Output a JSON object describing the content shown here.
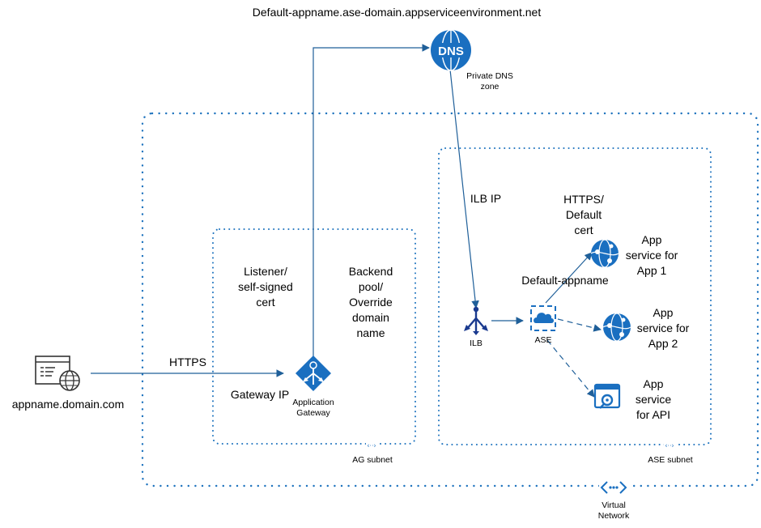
{
  "title": "Default-appname.ase-domain.appserviceenvironment.net",
  "client": {
    "label": "appname.domain.com",
    "icon": "browser-globe-icon"
  },
  "https_label": "HTTPS",
  "gateway_ip_label": "Gateway IP",
  "app_gateway": {
    "label_line1": "Application",
    "label_line2": "Gateway",
    "icon": "application-gateway-icon"
  },
  "dns": {
    "icon_text": "DNS",
    "label_line1": "Private DNS",
    "label_line2": "zone",
    "icon": "dns-globe-icon"
  },
  "listener": {
    "line1": "Listener/",
    "line2": "self-signed",
    "line3": "cert"
  },
  "backend": {
    "line1": "Backend",
    "line2": "pool/",
    "line3": "Override",
    "line4": "domain",
    "line5": "name"
  },
  "ilb_ip_label": "ILB IP",
  "ilb": {
    "label": "ILB",
    "icon": "load-balancer-icon"
  },
  "ase": {
    "label": "ASE",
    "icon": "ase-cloud-icon"
  },
  "https_default_cert": {
    "line1": "HTTPS/",
    "line2": "Default",
    "line3": "cert"
  },
  "default_appname_label": "Default-appname",
  "apps": [
    {
      "line1": "App",
      "line2": "service for",
      "line3": "App 1",
      "icon": "app-service-globe-icon"
    },
    {
      "line1": "App",
      "line2": "service for",
      "line3": "App 2",
      "icon": "app-service-globe-icon"
    },
    {
      "line1": "App",
      "line2": "service",
      "line3": "for API",
      "icon": "api-app-icon"
    }
  ],
  "ag_subnet_label": "AG subnet",
  "ase_subnet_label": "ASE subnet",
  "vnet": {
    "line1": "Virtual",
    "line2": "Network",
    "icon": "vnet-icon"
  },
  "colors": {
    "accent": "#1e73be",
    "line": "#1f5f99",
    "text": "#000000",
    "icon_blue": "#1a6fc0"
  }
}
